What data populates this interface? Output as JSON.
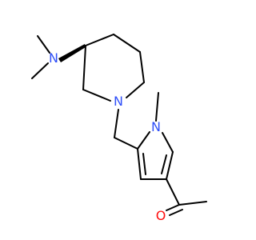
{
  "molecule": {
    "atoms": {
      "amine_n": "N",
      "ring_n": "N",
      "pyrrole_n": "N",
      "carbonyl_o": "O"
    },
    "colors": {
      "bond": "#000000",
      "nitrogen": "#3050F8",
      "oxygen": "#FF0D0D",
      "background": "#FFFFFF"
    }
  }
}
